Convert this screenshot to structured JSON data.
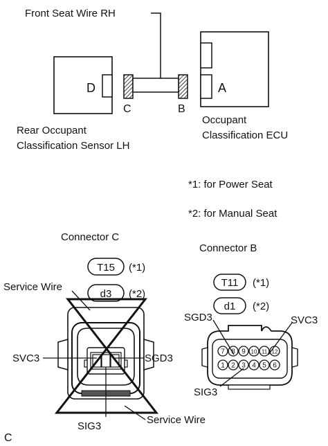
{
  "top": {
    "wire_label": "Front Seat Wire RH",
    "sensor_connector_letter": "D",
    "ecu_connector_letter": "A",
    "connector_c_letter": "C",
    "connector_b_letter": "B",
    "sensor_label_line1": "Rear Occupant",
    "sensor_label_line2": "Classification Sensor LH",
    "ecu_label_line1": "Occupant",
    "ecu_label_line2": "Classification ECU"
  },
  "notes": {
    "note1": "*1: for Power Seat",
    "note2": "*2: for Manual Seat"
  },
  "connector_c": {
    "title": "Connector C",
    "code_power": "T15",
    "code_manual": "d3",
    "mark_power": "(*1)",
    "mark_manual": "(*2)",
    "service_wire_top": "Service Wire",
    "service_wire_bottom": "Service Wire",
    "pin_left": "SVC3",
    "pin_right": "SGD3",
    "pin_bottom": "SIG3"
  },
  "connector_b": {
    "title": "Connector B",
    "code_power": "T11",
    "code_manual": "d1",
    "mark_power": "(*1)",
    "mark_manual": "(*2)",
    "pin_sgd": "SGD3",
    "pin_svc": "SVC3",
    "pin_sig": "SIG3",
    "pins_top": [
      "7",
      "8",
      "9",
      "10",
      "11",
      "12"
    ],
    "pins_bottom": [
      "1",
      "2",
      "3",
      "4",
      "5",
      "6"
    ]
  },
  "corner_label": "C"
}
